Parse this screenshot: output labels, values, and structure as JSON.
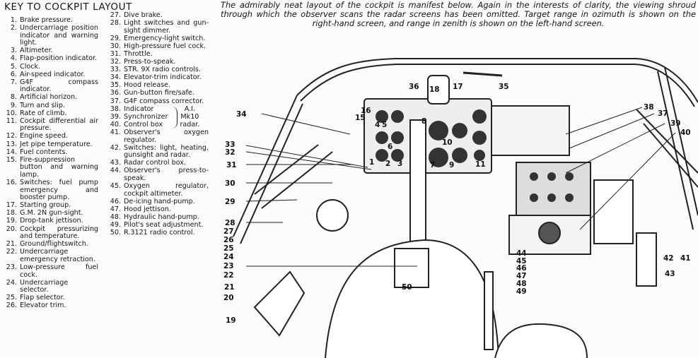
{
  "key": {
    "title": "KEY TO COCKPIT LAYOUT",
    "items": [
      {
        "num": "1.",
        "text": "Brake pressure."
      },
      {
        "num": "2.",
        "text": "Undercarriage position indicator and warning light."
      },
      {
        "num": "3.",
        "text": "Altimeter."
      },
      {
        "num": "4.",
        "text": "Flap-position indicator."
      },
      {
        "num": "5.",
        "text": "Clock."
      },
      {
        "num": "6.",
        "text": "Air-speed indicator."
      },
      {
        "num": "7.",
        "text": "G4F compass indicator."
      },
      {
        "num": "8.",
        "text": "Artificial horizon."
      },
      {
        "num": "9.",
        "text": "Turn and slip."
      },
      {
        "num": "10.",
        "text": "Rate of climb."
      },
      {
        "num": "11.",
        "text": "Cockpit differential air pressure."
      },
      {
        "num": "12.",
        "text": "Engine speed."
      },
      {
        "num": "13.",
        "text": "Jet pipe temperature."
      },
      {
        "num": "14.",
        "text": "Fuel contents."
      },
      {
        "num": "15.",
        "text": "Fire-suppression button and warning lamp."
      },
      {
        "num": "16.",
        "text": "Switches: fuel pump emergency and booster pump."
      },
      {
        "num": "17.",
        "text": "Starting group."
      },
      {
        "num": "18.",
        "text": "G.M. 2N gun-sight."
      },
      {
        "num": "19.",
        "text": "Drop-tank jettison."
      },
      {
        "num": "20.",
        "text": "Cockpit pressurizing and temperature."
      },
      {
        "num": "21.",
        "text": "Ground/flightswitch."
      },
      {
        "num": "22.",
        "text": "Undercarriage emergency retraction."
      },
      {
        "num": "23.",
        "text": "Low-pressure fuel cock."
      },
      {
        "num": "24.",
        "text": "Undercarriage selector."
      },
      {
        "num": "25.",
        "text": "Flap selector."
      },
      {
        "num": "26.",
        "text": "Elevator trim."
      },
      {
        "num": "27.",
        "text": "Dive brake."
      },
      {
        "num": "28.",
        "text": "Light switches and gun-sight dimmer."
      },
      {
        "num": "29.",
        "text": "Emergency-light switch."
      },
      {
        "num": "30.",
        "text": "High-pressure fuel cock."
      },
      {
        "num": "31.",
        "text": "Throttle."
      },
      {
        "num": "32.",
        "text": "Press-to-speak."
      },
      {
        "num": "33.",
        "text": "STR. 9X radio controls."
      },
      {
        "num": "34.",
        "text": "Elevator-trim indicator."
      },
      {
        "num": "35.",
        "text": "Hood release."
      },
      {
        "num": "36.",
        "text": "Gun-button fire/safe."
      },
      {
        "num": "37.",
        "text": "G4F compass corrector."
      },
      {
        "num": "38.",
        "text": "Indicator"
      },
      {
        "num": "39.",
        "text": "Synchronizer"
      },
      {
        "num": "40.",
        "text": "Control box"
      },
      {
        "num": "41.",
        "text": "Observer's oxygen regulator."
      },
      {
        "num": "42.",
        "text": "Switches: light, heating, gunsight and radar."
      },
      {
        "num": "43.",
        "text": "Radar control box."
      },
      {
        "num": "44.",
        "text": "Observer's press-to-speak."
      },
      {
        "num": "45.",
        "text": "Oxygen regulator, cockpit altimeter."
      },
      {
        "num": "46.",
        "text": "De-icing hand-pump."
      },
      {
        "num": "47.",
        "text": "Hood jettison."
      },
      {
        "num": "48.",
        "text": "Hydraulic hand-pump."
      },
      {
        "num": "49.",
        "text": "Pilot's seat adjustment."
      },
      {
        "num": "50.",
        "text": "R.3121 radio control."
      }
    ],
    "radar_group_label": [
      "A.I.",
      "Mk10",
      "radar."
    ]
  },
  "caption": "The admirably neat layout of the cockpit is manifest below. Again in the interests of clarity, the viewing shroud through which the observer scans the radar screens has been omitted. Target range in ozimuth is shown on the right-hand screen, and range in zenith is shown on the left-hand screen.",
  "drawing": {
    "description": "Cutaway line illustration of a two-seat jet fighter cockpit with numbered callouts",
    "callouts": [
      "1",
      "2",
      "3",
      "4",
      "5",
      "6",
      "7",
      "8",
      "9",
      "10",
      "11",
      "15",
      "16",
      "17",
      "18",
      "19",
      "20",
      "21",
      "22",
      "23",
      "24",
      "25",
      "26",
      "27",
      "28",
      "29",
      "30",
      "31",
      "32",
      "33",
      "34",
      "35",
      "36",
      "37",
      "38",
      "39",
      "40",
      "41",
      "42",
      "43",
      "44",
      "45",
      "46",
      "47",
      "48",
      "49",
      "50"
    ]
  }
}
